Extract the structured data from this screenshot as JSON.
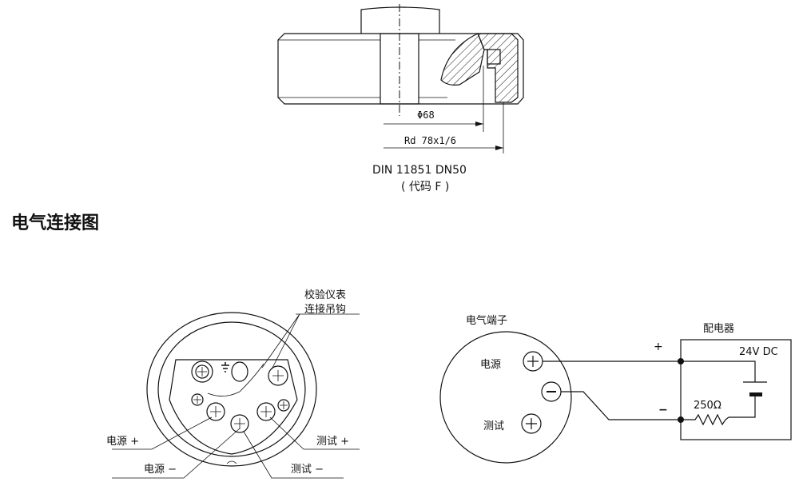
{
  "flange": {
    "dim_bore": "Φ68",
    "dim_thread": "Rd 78x1/6",
    "standard": "DIN 11851 DN50",
    "code": "( 代码 F )"
  },
  "section_title": "电气连接图",
  "terminal_head": {
    "callout_hook_line1": "校验仪表",
    "callout_hook_line2": "连接吊钩",
    "power_plus": "电源 +",
    "power_minus": "电源 −",
    "test_plus": "测试 +",
    "test_minus": "测试 −"
  },
  "schematic": {
    "terminal_label": "电气端子",
    "power_label": "电源",
    "test_label": "测试",
    "distributor_label": "配电器",
    "supply_voltage": "24V DC",
    "resistor": "250Ω",
    "plus_sign": "+",
    "minus_sign": "−"
  }
}
